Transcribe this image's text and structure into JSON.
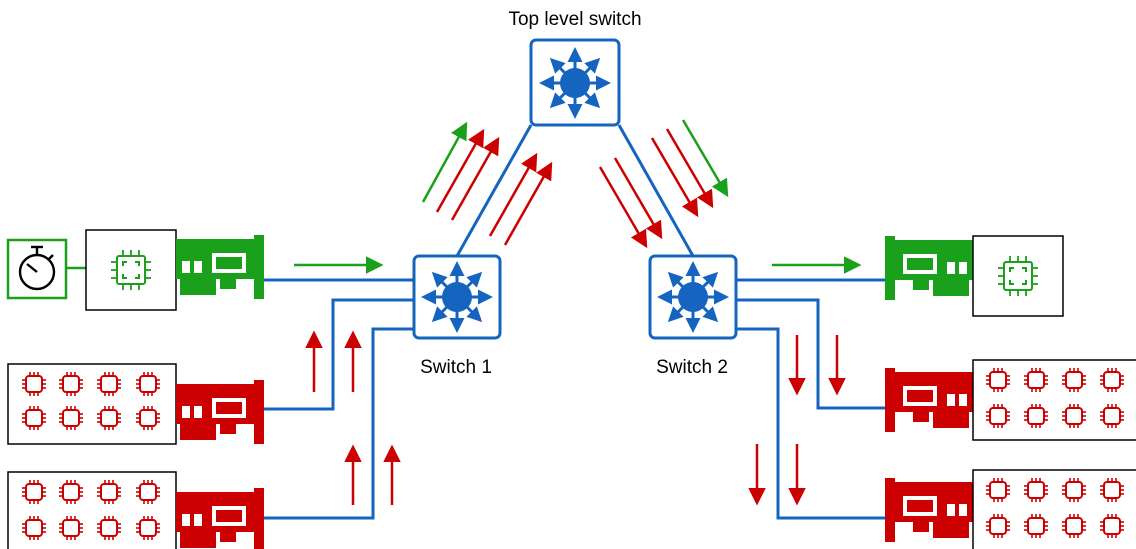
{
  "labels": {
    "top_switch": "Top level switch",
    "switch1": "Switch 1",
    "switch2": "Switch 2"
  },
  "nodes": {
    "top_switch": {
      "kind": "network-switch",
      "icon": "switch-icon"
    },
    "switch1": {
      "kind": "network-switch",
      "icon": "switch-icon"
    },
    "switch2": {
      "kind": "network-switch",
      "icon": "switch-icon"
    },
    "timer": {
      "icon": "stopwatch-icon"
    },
    "sender_green": {
      "icon": "network-card-icon",
      "cpus": 1,
      "color": "green"
    },
    "receiver_green": {
      "icon": "network-card-icon",
      "cpus": 1,
      "color": "green"
    },
    "sender_red_1": {
      "icon": "network-card-icon",
      "cpus": 8,
      "color": "red"
    },
    "sender_red_2": {
      "icon": "network-card-icon",
      "cpus": 8,
      "color": "red"
    },
    "receiver_red_1": {
      "icon": "network-card-icon",
      "cpus": 8,
      "color": "red"
    },
    "receiver_red_2": {
      "icon": "network-card-icon",
      "cpus": 8,
      "color": "red"
    }
  },
  "colors": {
    "link": "#1565c0",
    "switch_fill": "#1565c0",
    "green": "#1aa01a",
    "red": "#cc0000"
  }
}
